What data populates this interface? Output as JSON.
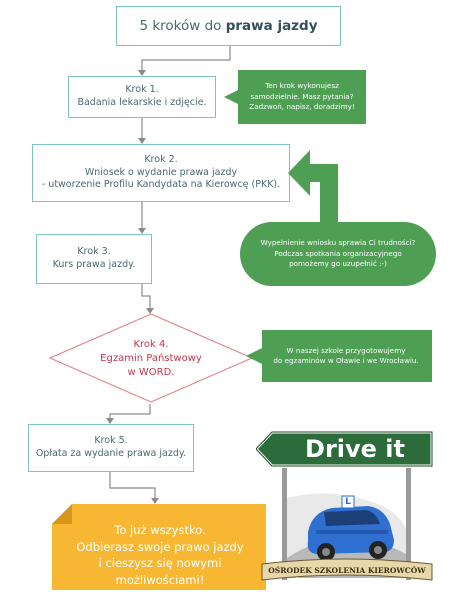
{
  "title": {
    "prefix": "5 kroków do ",
    "bold": "prawa jazdy"
  },
  "step1": {
    "line1": "Krok 1.",
    "line2": "Badania lekarskie i zdjęcie."
  },
  "note1": {
    "line1": "Ten krok wykonujesz",
    "line2": "samodzielnie. Masz pytania?",
    "line3": "Zadzwoń, napisz, doradzimy!"
  },
  "step2": {
    "line1": "Krok 2.",
    "line2": "Wniosek o wydanie prawa jazdy",
    "line3": "- utworzenie Profilu Kandydata na Kierowcę (PKK)."
  },
  "note2": {
    "line1": "Wypełnienie wniosku sprawia Ci trudności?",
    "line2": "Podczas spotkania organizacyjnego",
    "line3": "pomożemy go uzupełnić :-)"
  },
  "step3": {
    "line1": "Krok 3.",
    "line2": "Kurs prawa jazdy."
  },
  "step4": {
    "line1": "Krok 4.",
    "line2": "Egzamin Państwowy",
    "line3": "w WORD."
  },
  "note4": {
    "line1": "W naszej szkole przygotowujemy",
    "line2": "do egzaminów w Oławie i we Wrocławiu."
  },
  "step5": {
    "line1": "Krok 5.",
    "line2": "Opłata za wydanie prawa jazdy."
  },
  "final": {
    "line1": "To już wszystko.",
    "line2": "Odbierasz swoje prawo jazdy",
    "line3": "i cieszysz się nowymi możliwościami!"
  },
  "logo": {
    "sign_text": "Drive it",
    "car_badge": "L",
    "banner": "OŚRODEK SZKOLENIA KIEROWCÓW"
  },
  "colors": {
    "teal_border": "#7fc4c4",
    "green": "#4e9e54",
    "red": "#c7354d",
    "yellow": "#f7b733",
    "text": "#4a6870"
  }
}
